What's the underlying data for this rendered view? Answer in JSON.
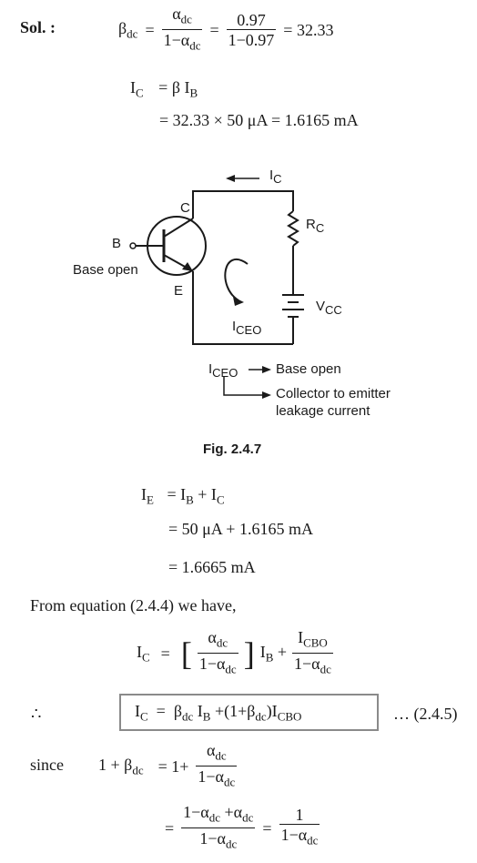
{
  "solution": {
    "label": "Sol. :",
    "beta_lhs": "βdc",
    "alpha_num": "αdc",
    "alpha_den": "1−αdc",
    "num_val": "0.97",
    "den_val": "1−0.97",
    "beta_result": "= 32.33",
    "ic_lhs": "IC",
    "ic_rhs": "= β IB",
    "ic_value": "= 32.33 × 50 μA = 1.6165 mA"
  },
  "figure": {
    "ic_label": "IC",
    "c_label": "C",
    "b_label": "B",
    "base_open_label": "Base open",
    "e_label": "E",
    "rc_label": "RC",
    "vcc_label": "VCC",
    "iceo_label": "ICEO",
    "legend_iceo": "ICEO",
    "legend_base_open": "Base open",
    "legend_collector_line1": "Collector to emitter",
    "legend_collector_line2": "leakage current",
    "caption": "Fig. 2.4.7"
  },
  "ie_calc": {
    "lhs": "IE",
    "rhs1": "= IB + IC",
    "rhs2": "= 50 μA + 1.6165 mA",
    "rhs3": "= 1.6665 mA"
  },
  "from_equation": "From equation (2.4.4) we have,",
  "eq_244": {
    "lhs": "IC",
    "num": "αdc",
    "den": "1−αdc",
    "ib": "IB +",
    "cbo_num": "ICBO",
    "cbo_den": "1−αdc"
  },
  "eq_245": {
    "therefore": "∴",
    "boxed": "IC  =  βdc IB + (1+βdc) ICBO",
    "number": "… (2.4.5)"
  },
  "since": {
    "label": "since",
    "lhs": "1 + βdc",
    "rhs_prefix": "= 1+",
    "num": "αdc",
    "den": "1−αdc",
    "line2_num": "1−αdc +αdc",
    "line2_den": "1−αdc",
    "line2_num2": "1",
    "line2_den2": "1−αdc"
  }
}
